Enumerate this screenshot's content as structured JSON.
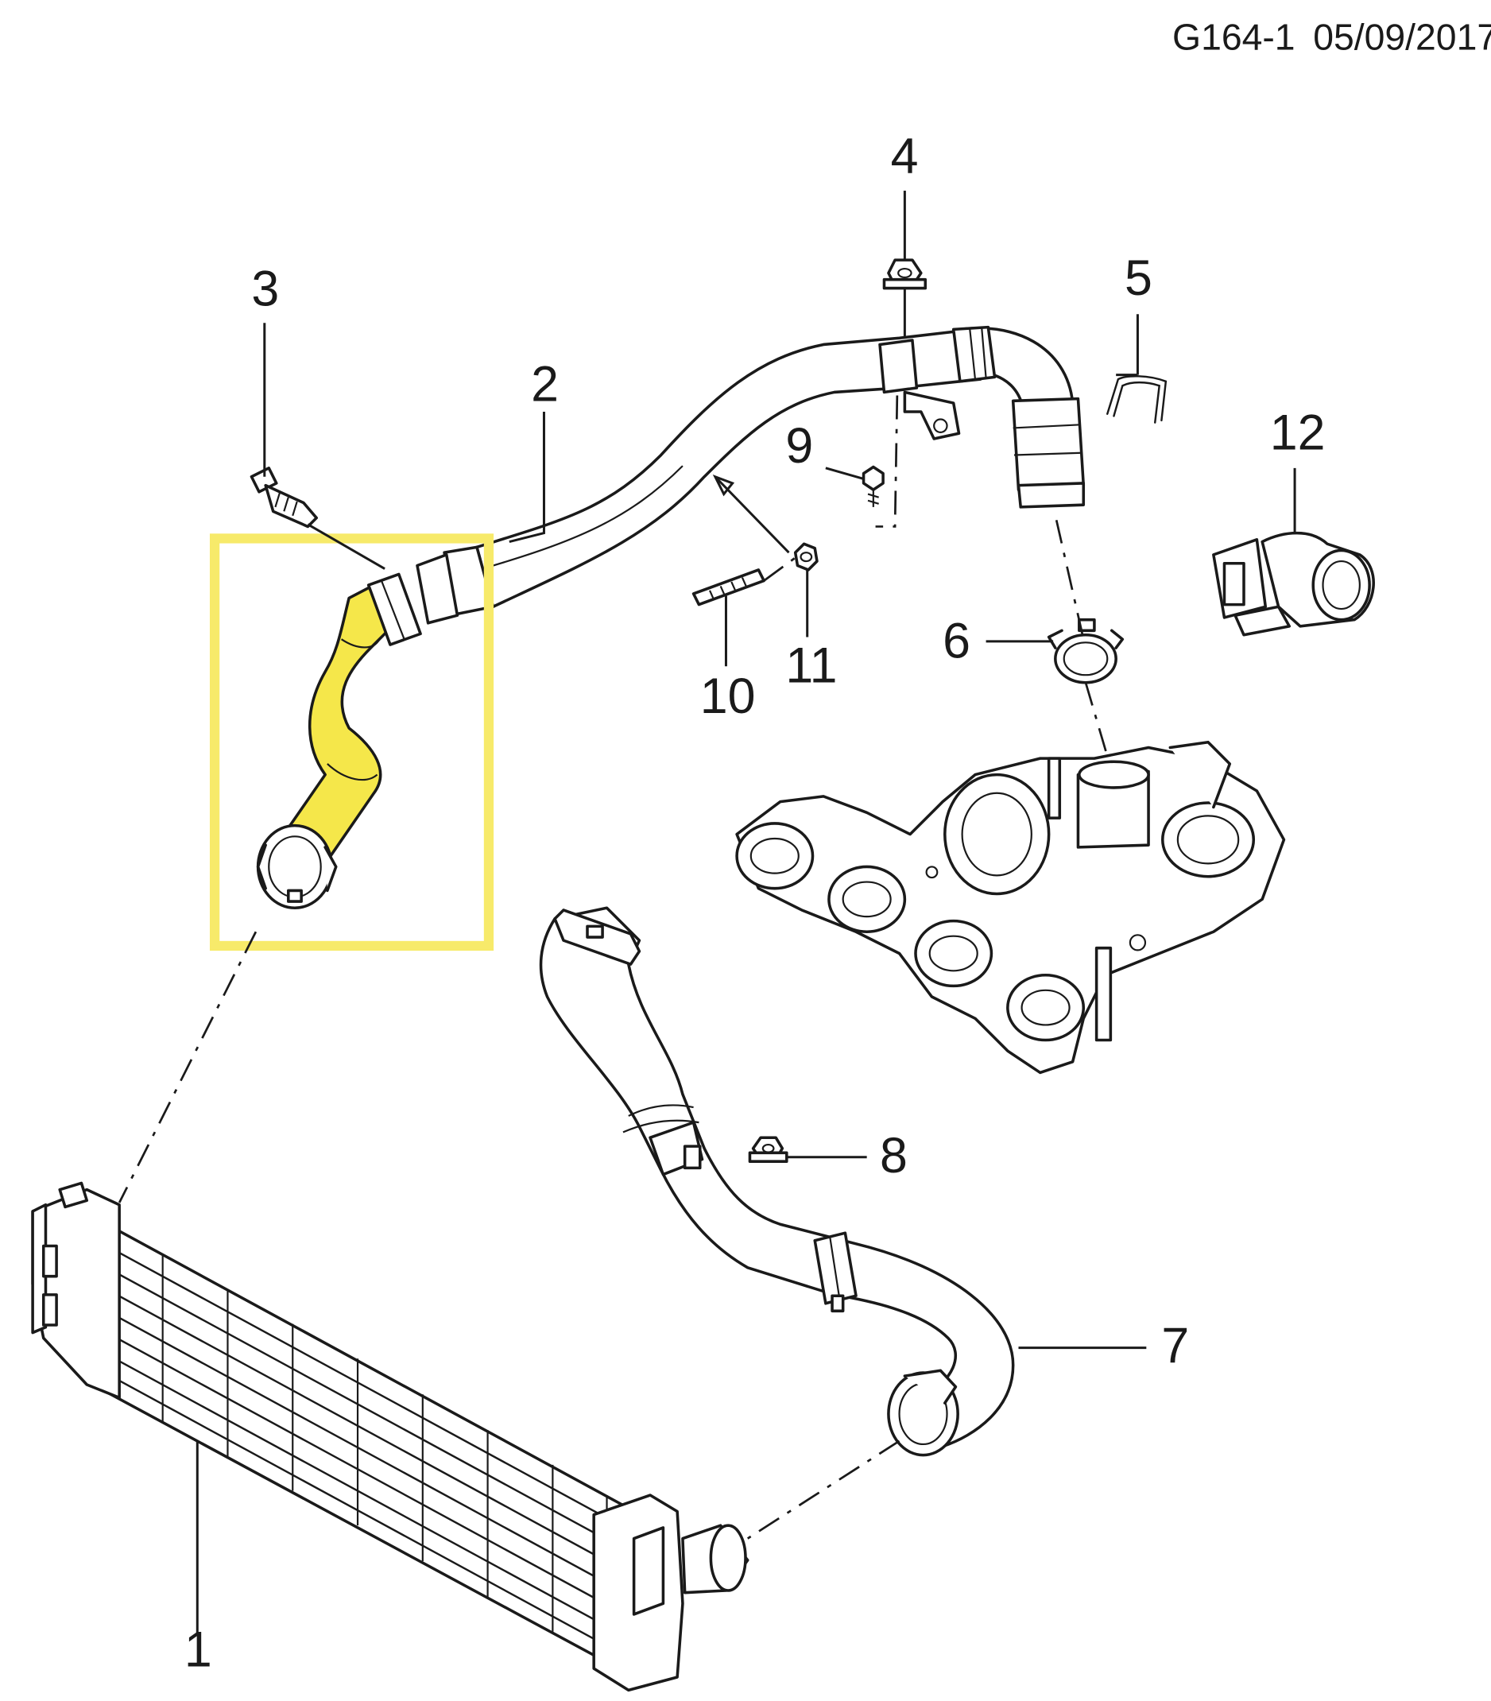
{
  "header": {
    "code": "G164-1",
    "date": "05/09/2017"
  },
  "callouts": {
    "c1": "1",
    "c2": "2",
    "c3": "3",
    "c4": "4",
    "c5": "5",
    "c6": "6",
    "c7": "7",
    "c8": "8",
    "c9": "9",
    "c10": "10",
    "c11": "11",
    "c12": "12"
  },
  "highlight": {
    "part": "2",
    "color": "#f5e74a",
    "frame_color": "#f7ea6a"
  }
}
